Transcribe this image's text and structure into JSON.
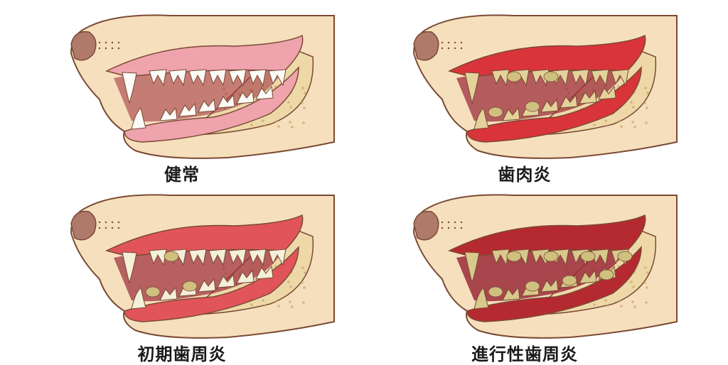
{
  "panels": [
    {
      "label": "健常",
      "stage": "healthy",
      "gum_color": "#eea3ad",
      "teeth_color": "#fbfbf7",
      "tartar": 0,
      "inflammation": 0
    },
    {
      "label": "歯肉炎",
      "stage": "gingivitis",
      "gum_color": "#d9343a",
      "teeth_color": "#e3d39a",
      "tartar": 0.5,
      "inflammation": 0.6
    },
    {
      "label": "初期歯周炎",
      "stage": "early-periodontitis",
      "gum_color": "#e0545a",
      "teeth_color": "#f4efd9",
      "tartar": 0.4,
      "inflammation": 0.5
    },
    {
      "label": "進行性歯周炎",
      "stage": "advanced-periodontitis",
      "gum_color": "#b52a30",
      "teeth_color": "#d8c88c",
      "tartar": 1,
      "inflammation": 1
    }
  ],
  "colors": {
    "skin": "#f6dfbd",
    "outline": "#7a4a34",
    "nose": "#b07a6a",
    "bone": "#eed8a8",
    "bone_dots": "#c9a46a",
    "inner_mouth": "#9b2a3a"
  }
}
